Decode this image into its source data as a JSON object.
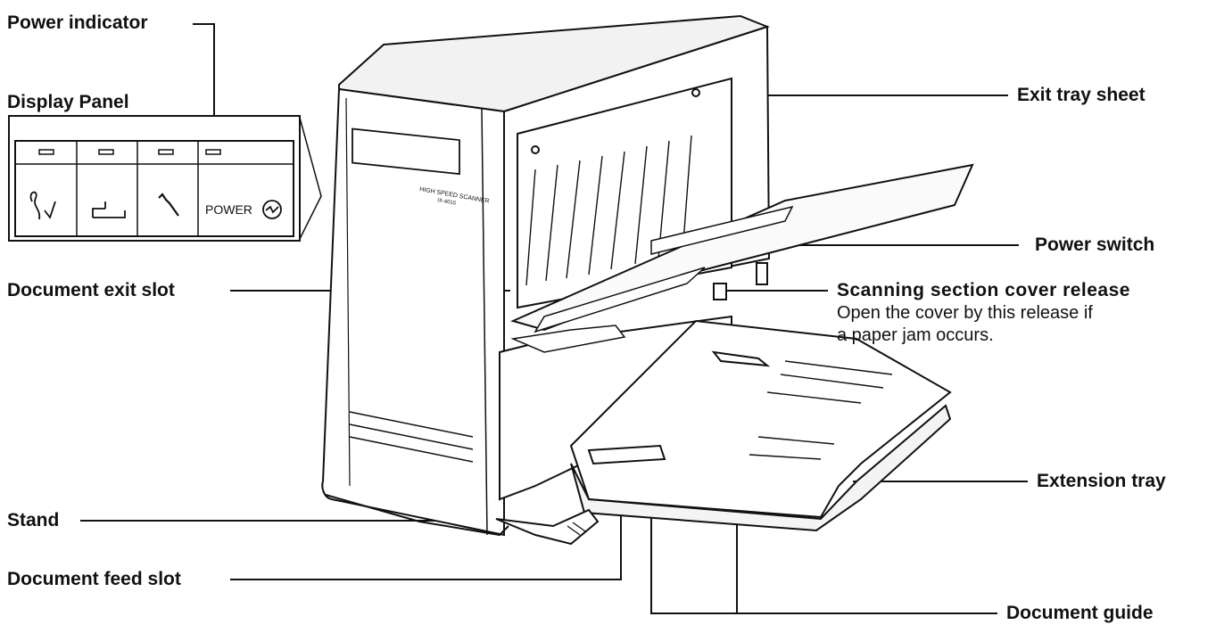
{
  "labels": {
    "power_indicator": "Power indicator",
    "display_panel": "Display Panel",
    "document_exit_slot": "Document exit slot",
    "stand": "Stand",
    "document_feed_slot": "Document feed slot",
    "exit_tray_sheet": "Exit tray sheet",
    "power_switch": "Power switch",
    "scanning_cover_release": "Scanning section cover release",
    "scanning_cover_note_1": "Open the cover by this release if",
    "scanning_cover_note_2": "a paper jam occurs.",
    "extension_tray": "Extension tray",
    "document_guide": "Document guide"
  },
  "panel": {
    "power_text": "POWER",
    "icons": [
      "error-icon",
      "paper-feed-icon",
      "wrench-icon",
      "power-icon"
    ]
  },
  "device_markings": {
    "model_line_1": "HIGH SPEED SCANNER",
    "model_line_2": "IX-4015"
  }
}
